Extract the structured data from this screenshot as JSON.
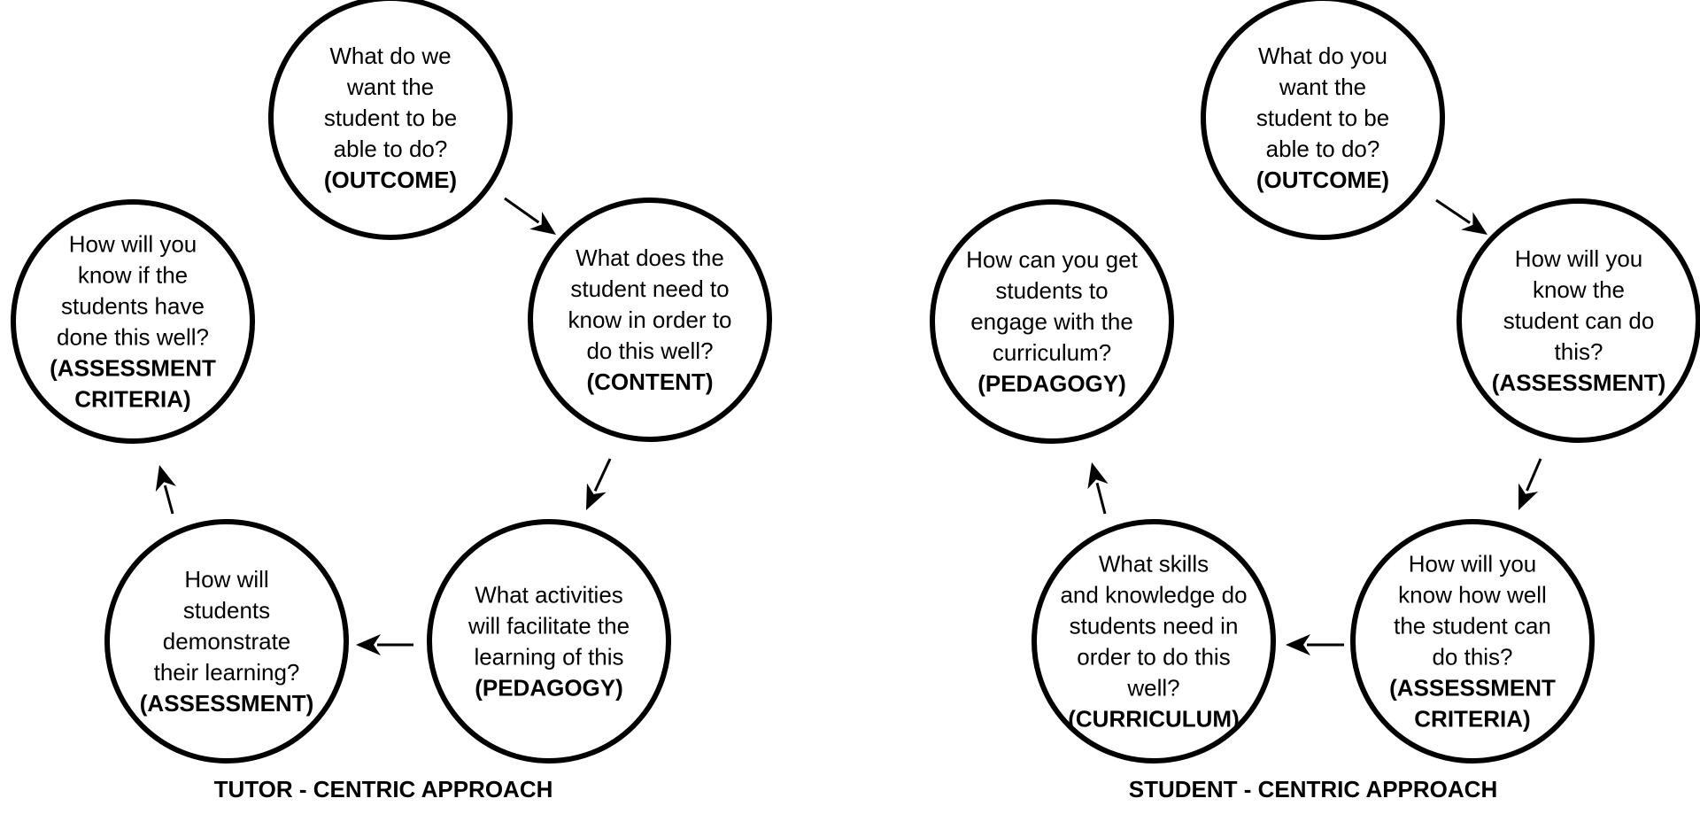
{
  "diagrams": [
    {
      "title": "TUTOR - CENTRIC APPROACH",
      "nodes": [
        {
          "lines": [
            "What do we",
            "want the",
            "student to be",
            "able to do?"
          ],
          "tag": [
            "(OUTCOME)"
          ]
        },
        {
          "lines": [
            "What does the",
            "student need to",
            "know in order to",
            "do this well?"
          ],
          "tag": [
            "(CONTENT)"
          ]
        },
        {
          "lines": [
            "What activities",
            "will facilitate the",
            "learning of this"
          ],
          "tag": [
            "(PEDAGOGY)"
          ]
        },
        {
          "lines": [
            "How will",
            "students",
            "demonstrate",
            "their learning?"
          ],
          "tag": [
            "(ASSESSMENT)"
          ]
        },
        {
          "lines": [
            "How will you",
            "know if the",
            "students have",
            "done this well?"
          ],
          "tag": [
            "(ASSESSMENT",
            "CRITERIA)"
          ]
        }
      ]
    },
    {
      "title": "STUDENT - CENTRIC APPROACH",
      "nodes": [
        {
          "lines": [
            "What do you",
            "want the",
            "student to be",
            "able to do?"
          ],
          "tag": [
            "(OUTCOME)"
          ]
        },
        {
          "lines": [
            "How will you",
            "know the",
            "student can do",
            "this?"
          ],
          "tag": [
            "(ASSESSMENT)"
          ]
        },
        {
          "lines": [
            "How will you",
            "know how well",
            "the student can",
            "do this?"
          ],
          "tag": [
            "(ASSESSMENT",
            "CRITERIA)"
          ]
        },
        {
          "lines": [
            "What skills",
            "and knowledge do",
            "students need in",
            "order to do this",
            "well?"
          ],
          "tag": [
            "(CURRICULUM)"
          ]
        },
        {
          "lines": [
            "How can you get",
            "students to",
            "engage with the",
            "curriculum?"
          ],
          "tag": [
            "(PEDAGOGY)"
          ]
        }
      ]
    }
  ]
}
